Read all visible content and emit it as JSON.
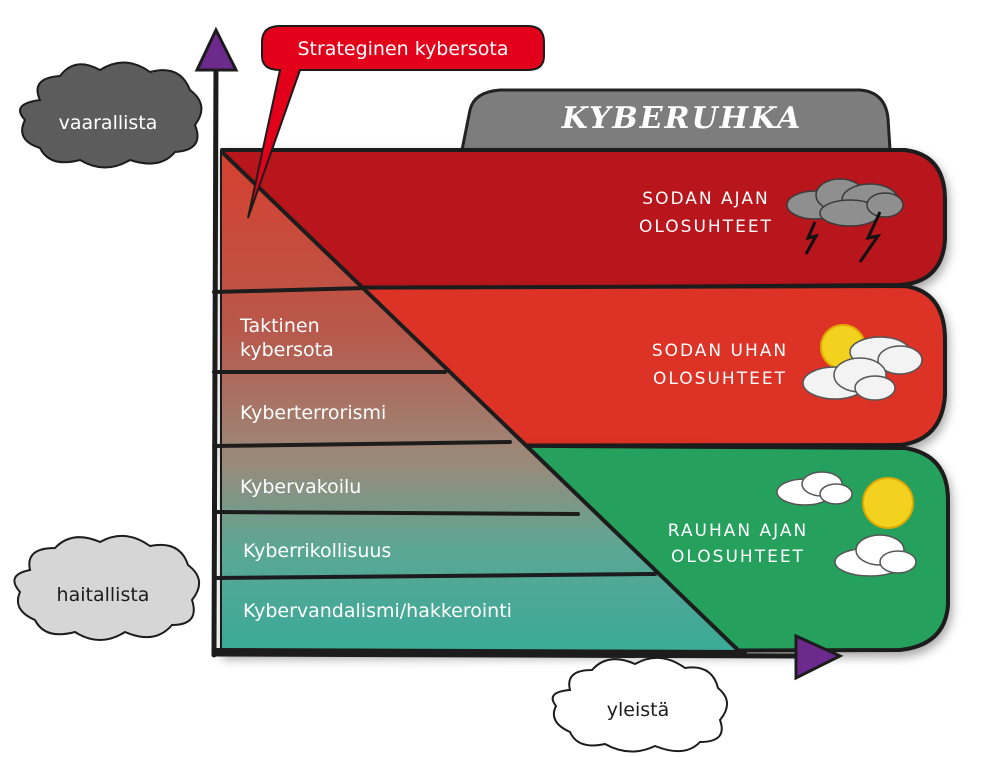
{
  "title": "KYBERUHKA",
  "callout": "Strateginen kybersota",
  "axis_labels": {
    "high": "vaarallista",
    "low": "haitallista",
    "common": "yleistä"
  },
  "conditions": [
    {
      "key": "war",
      "line1": "SODAN AJAN",
      "line2": "OLOSUHTEET",
      "color": "#b8141f",
      "weather": "storm-clouds-icon"
    },
    {
      "key": "threat",
      "line1": "SODAN UHAN",
      "line2": "OLOSUHTEET",
      "color": "#dd3226",
      "weather": "sun-behind-clouds-icon"
    },
    {
      "key": "peace",
      "line1": "RAUHAN AJAN",
      "line2": "OLOSUHTEET",
      "color": "#25a15d",
      "weather": "sunny-with-clouds-icon"
    }
  ],
  "threat_levels": [
    {
      "line1": "Taktinen",
      "line2": "kybersota"
    },
    {
      "line1": "Kyberterrorismi"
    },
    {
      "line1": "Kybervakoilu"
    },
    {
      "line1": "Kyberrikollisuus"
    },
    {
      "line1": "Kybervandalismi/hakkerointi"
    }
  ],
  "colors": {
    "arrow_head": "#6b2a8c",
    "callout": "#e3001b",
    "tab": "#7d7d7d",
    "cloud_label": "#5c5c5c",
    "cloud_label_light": "#d6d6d6"
  }
}
